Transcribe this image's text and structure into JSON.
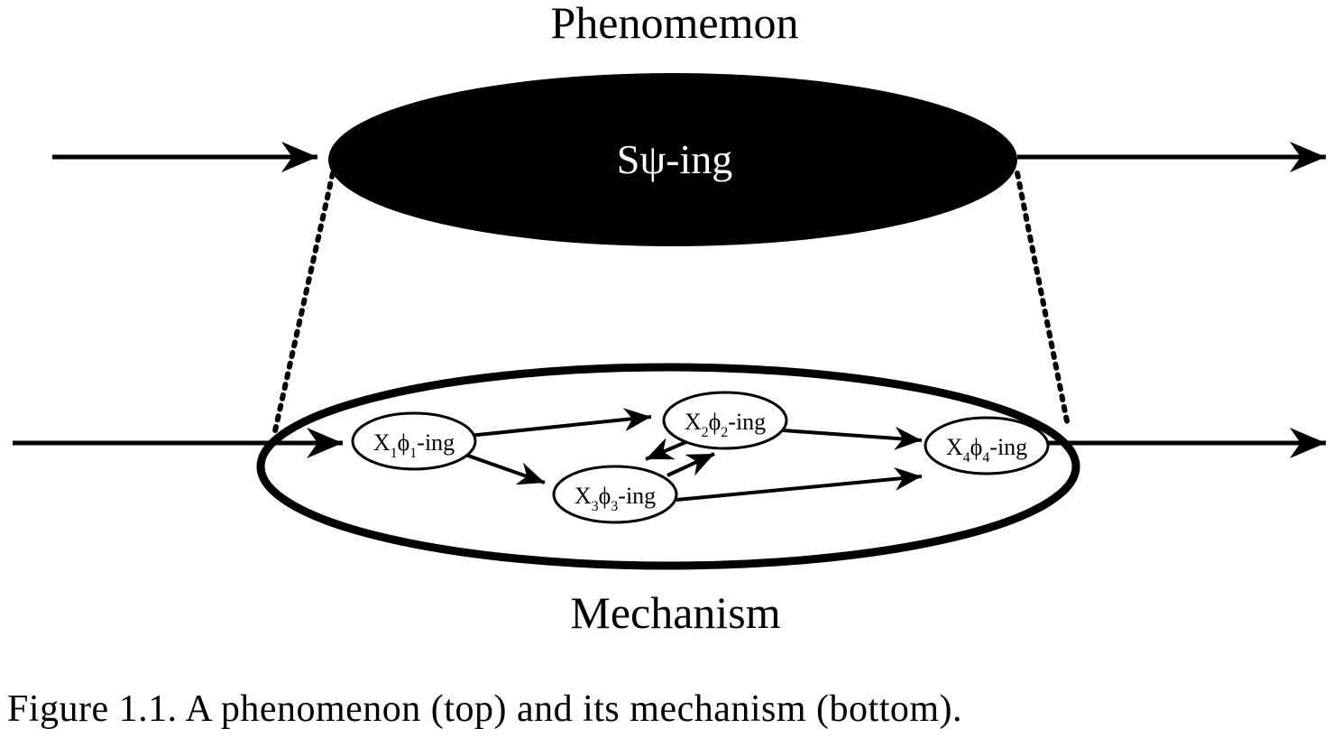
{
  "diagram": {
    "phenomenon_label": "Phenomemon",
    "phenomenon_node": "Sψ-ing",
    "mechanism_label": "Mechanism",
    "nodes": {
      "x1": {
        "main": "X",
        "sub1": "1",
        "mid": "ϕ",
        "sub2": "1",
        "suffix": "-ing"
      },
      "x2": {
        "main": "X",
        "sub1": "2",
        "mid": "ϕ",
        "sub2": "2",
        "suffix": "-ing"
      },
      "x3": {
        "main": "X",
        "sub1": "3",
        "mid": "ϕ",
        "sub2": "3",
        "suffix": "-ing"
      },
      "x4": {
        "main": "X",
        "sub1": "4",
        "mid": "ϕ",
        "sub2": "4",
        "suffix": "-ing"
      }
    }
  },
  "caption": "Figure 1.1.  A phenomenon (top) and its mechanism (bottom)."
}
